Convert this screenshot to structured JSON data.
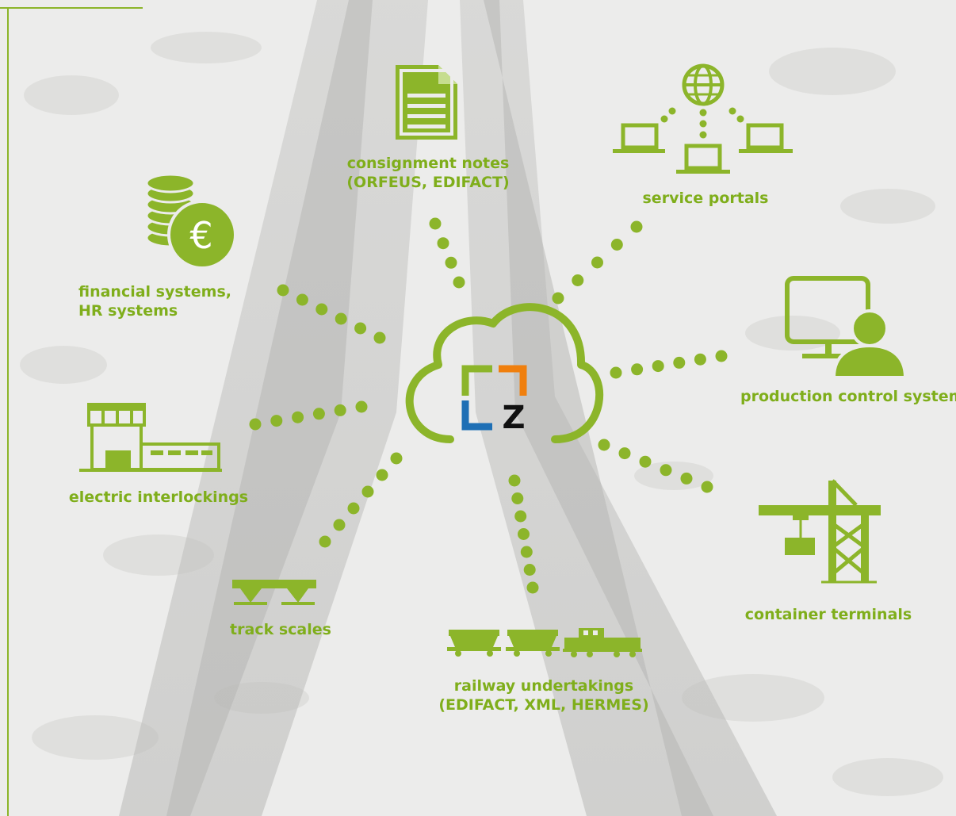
{
  "colors": {
    "accent": "#8cb52a",
    "logo_orange": "#f07f0d",
    "logo_blue": "#1e6fb5",
    "logo_black": "#111111"
  },
  "hub": {
    "name": "cloud-hub",
    "logo_letter": "Z"
  },
  "nodes": [
    {
      "id": "consignment-notes",
      "icon": "document-icon",
      "lines": [
        "consignment notes",
        "(ORFEUS, EDIFACT)"
      ]
    },
    {
      "id": "service-portals",
      "icon": "network-laptops-globe-icon",
      "lines": [
        "service portals"
      ]
    },
    {
      "id": "financial-systems",
      "icon": "coins-euro-icon",
      "lines": [
        "financial systems,",
        "HR systems"
      ]
    },
    {
      "id": "production-control",
      "icon": "monitor-operator-icon",
      "lines": [
        "production control systems"
      ]
    },
    {
      "id": "electric-interlockings",
      "icon": "signal-building-icon",
      "lines": [
        "electric interlockings"
      ]
    },
    {
      "id": "container-terminals",
      "icon": "gantry-crane-icon",
      "lines": [
        "container terminals"
      ]
    },
    {
      "id": "track-scales",
      "icon": "scale-icon",
      "lines": [
        "track scales"
      ]
    },
    {
      "id": "railway-undertakings",
      "icon": "freight-train-icon",
      "lines": [
        "railway undertakings",
        "(EDIFACT, XML, HERMES)"
      ]
    }
  ]
}
